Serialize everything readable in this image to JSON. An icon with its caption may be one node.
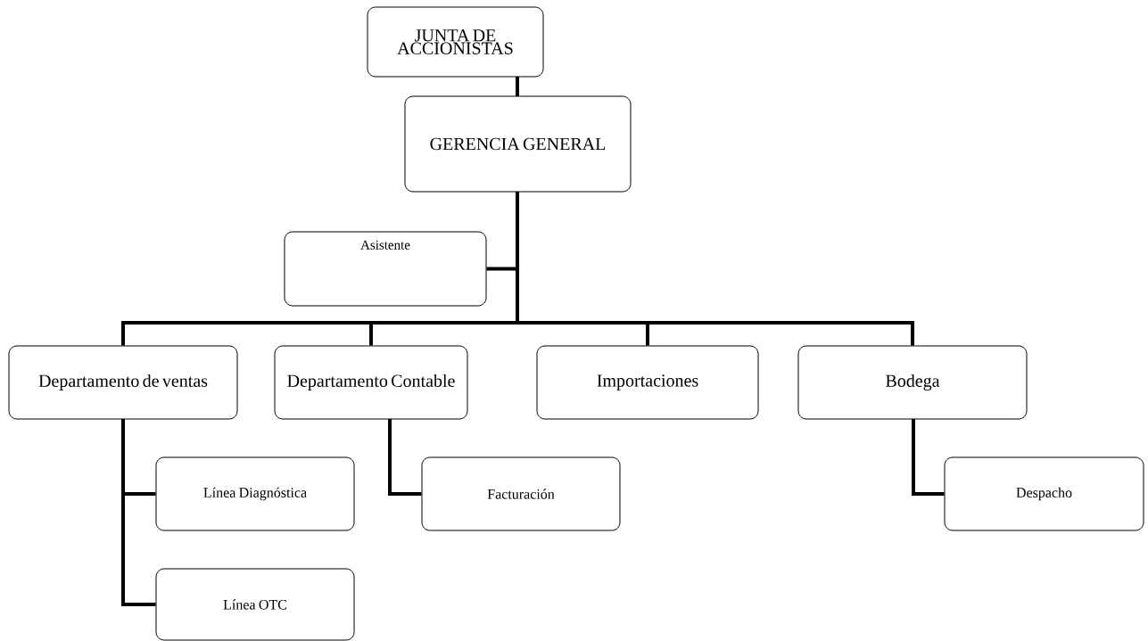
{
  "diagram": {
    "nodes": [
      {
        "text": [
          "JUNTA DE ACCIONISTAS"
        ]
      },
      {
        "text": [
          "GERENCIA GENERAL"
        ]
      },
      {
        "text": [
          "Asistente"
        ]
      },
      {
        "text": [
          "Departamento de ventas"
        ]
      },
      {
        "text": [
          "Departamento Contable"
        ]
      },
      {
        "text": [
          "Importaciones"
        ]
      },
      {
        "text": [
          "Bodega"
        ]
      },
      {
        "text": [
          "Línea Diagnóstica"
        ]
      },
      {
        "text": [
          "Facturación"
        ]
      },
      {
        "text": [
          "Despacho"
        ]
      },
      {
        "text": [
          "Línea OTC"
        ]
      }
    ],
    "edges": [
      {
        "from": 0,
        "to": 1,
        "arrow": "none"
      },
      {
        "from": 1,
        "to": 2,
        "arrow": "none"
      },
      {
        "from": 1,
        "to": 3,
        "arrow": "none"
      },
      {
        "from": 1,
        "to": 4,
        "arrow": "none"
      },
      {
        "from": 1,
        "to": 5,
        "arrow": "none"
      },
      {
        "from": 1,
        "to": 6,
        "arrow": "none"
      },
      {
        "from": 3,
        "to": 7,
        "arrow": "none"
      },
      {
        "from": 3,
        "to": 10,
        "arrow": "none"
      },
      {
        "from": 4,
        "to": 8,
        "arrow": "none"
      },
      {
        "from": 6,
        "to": 9,
        "arrow": "none"
      }
    ]
  }
}
